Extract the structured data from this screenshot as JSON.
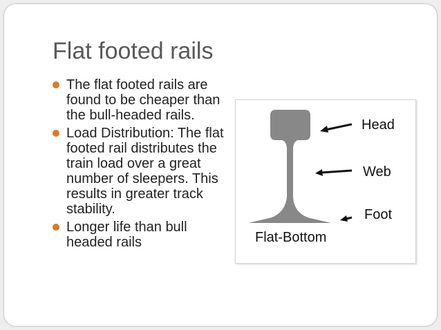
{
  "slide": {
    "title": "Flat footed rails",
    "bullets": [
      "The flat footed rails are found to be cheaper than the bull-headed rails.",
      "Load Distribution: The flat footed rail distributes the train load over a great number of sleepers. This results in greater track stability.",
      "Longer life than bull headed rails"
    ],
    "accent_color": "#d87c2c"
  },
  "diagram": {
    "labels": {
      "head": "Head",
      "web": "Web",
      "foot": "Foot",
      "caption": "Flat-Bottom"
    },
    "rail_color": "#888888"
  }
}
